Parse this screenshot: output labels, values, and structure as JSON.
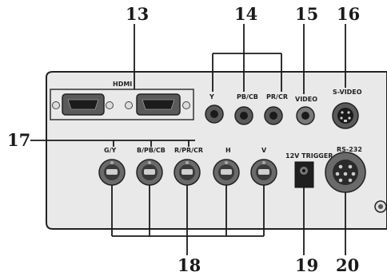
{
  "callouts": {
    "c13": "13",
    "c14": "14",
    "c15": "15",
    "c16": "16",
    "c17": "17",
    "c18": "18",
    "c19": "19",
    "c20": "20"
  },
  "ports": {
    "hdmi": "HDMI",
    "y": "Y",
    "pb_cb": "PB/CB",
    "pr_cr": "PR/CR",
    "video": "VIDEO",
    "s_video": "S-VIDEO",
    "g_y": "G/Y",
    "b_pb_cb": "B/PB/CB",
    "r_pr_cr": "R/PR/CR",
    "h": "H",
    "v": "V",
    "trigger": "12V  TRIGGER",
    "rs232": "RS-232"
  },
  "colors": {
    "panel": "#e9e9e9",
    "outline": "#222222",
    "connector": "#6a6a6a"
  }
}
